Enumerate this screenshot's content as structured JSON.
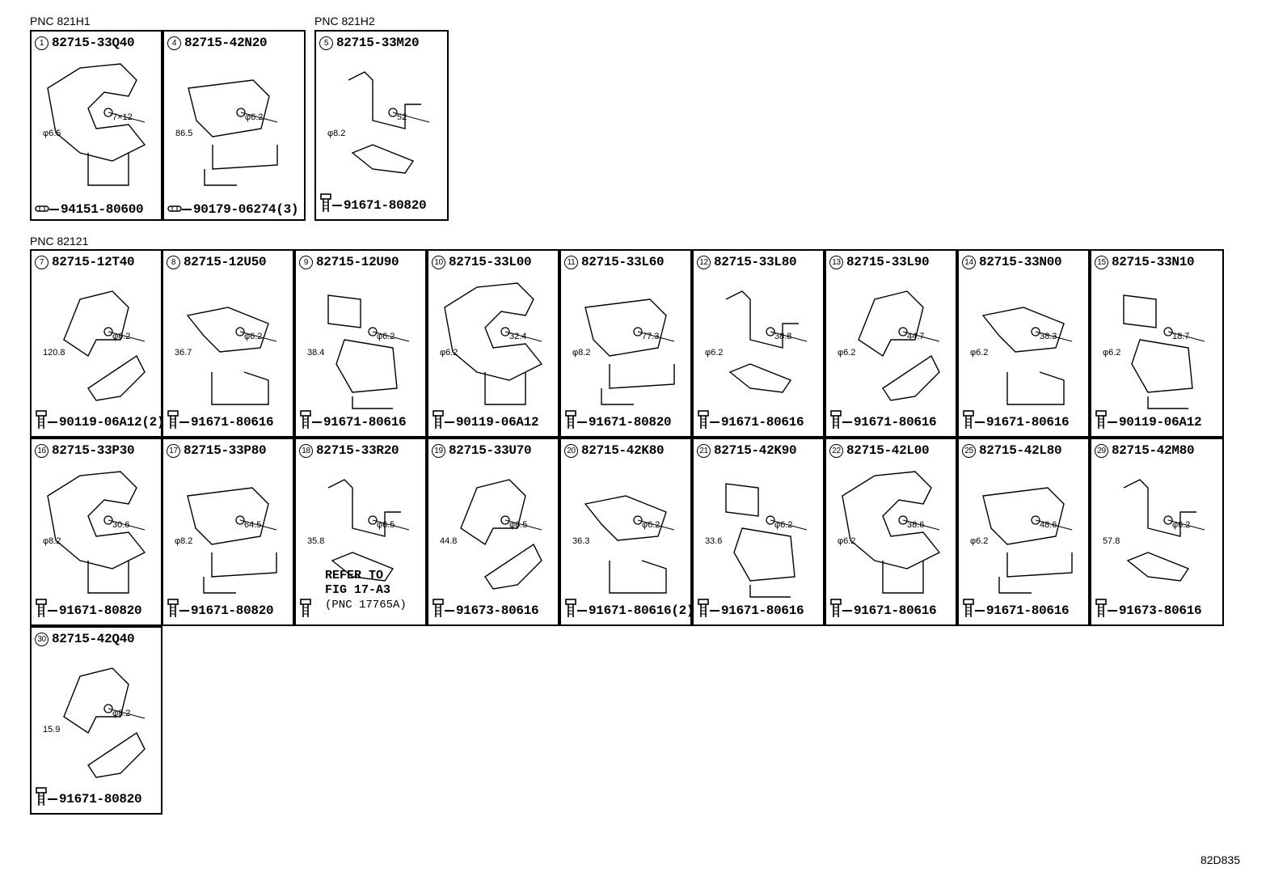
{
  "groups": {
    "g1": "PNC 821H1",
    "g2": "PNC 821H2",
    "g3": "PNC 82121"
  },
  "parts": [
    {
      "num": "1",
      "pn": "82715-33Q40",
      "fastener": "94151-80600",
      "ficon": "clip-icon",
      "dims": [
        "7×12",
        "φ6.5"
      ]
    },
    {
      "num": "4",
      "pn": "82715-42N20",
      "fastener": "90179-06274(3)",
      "ficon": "clip-icon",
      "dims": [
        "φ6.2",
        "86.5"
      ]
    },
    {
      "num": "5",
      "pn": "82715-33M20",
      "fastener": "91671-80820",
      "ficon": "bolt-icon",
      "dims": [
        "52",
        "φ8.2"
      ]
    },
    {
      "num": "7",
      "pn": "82715-12T40",
      "fastener": "90119-06A12(2)",
      "ficon": "bolt-icon",
      "dims": [
        "φ6.2",
        "120.8"
      ]
    },
    {
      "num": "8",
      "pn": "82715-12U50",
      "fastener": "91671-80616",
      "ficon": "bolt-icon",
      "dims": [
        "φ6.2",
        "36.7"
      ]
    },
    {
      "num": "9",
      "pn": "82715-12U90",
      "fastener": "91671-80616",
      "ficon": "bolt-icon",
      "dims": [
        "φ6.2",
        "38.4"
      ]
    },
    {
      "num": "10",
      "pn": "82715-33L00",
      "fastener": "90119-06A12",
      "ficon": "bolt-icon",
      "dims": [
        "32.4",
        "φ6.2"
      ]
    },
    {
      "num": "11",
      "pn": "82715-33L60",
      "fastener": "91671-80820",
      "ficon": "bolt-icon",
      "dims": [
        "77.3",
        "φ8.2"
      ]
    },
    {
      "num": "12",
      "pn": "82715-33L80",
      "fastener": "91671-80616",
      "ficon": "bolt-icon",
      "dims": [
        "38.8",
        "φ6.2"
      ]
    },
    {
      "num": "13",
      "pn": "82715-33L90",
      "fastener": "91671-80616",
      "ficon": "bolt-icon",
      "dims": [
        "44.7",
        "φ6.2"
      ]
    },
    {
      "num": "14",
      "pn": "82715-33N00",
      "fastener": "91671-80616",
      "ficon": "bolt-icon",
      "dims": [
        "38.3",
        "φ6.2"
      ]
    },
    {
      "num": "15",
      "pn": "82715-33N10",
      "fastener": "90119-06A12",
      "ficon": "bolt-icon",
      "dims": [
        "18.7",
        "φ6.2"
      ]
    },
    {
      "num": "16",
      "pn": "82715-33P30",
      "fastener": "91671-80820",
      "ficon": "bolt-icon",
      "dims": [
        "30.6",
        "φ8.2"
      ]
    },
    {
      "num": "17",
      "pn": "82715-33P80",
      "fastener": "91671-80820",
      "ficon": "bolt-icon",
      "dims": [
        "64.5",
        "φ8.2"
      ]
    },
    {
      "num": "18",
      "pn": "82715-33R20",
      "fastener": "",
      "ficon": "bolt-icon",
      "dims": [
        "φ6.5",
        "35.8"
      ]
    },
    {
      "num": "19",
      "pn": "82715-33U70",
      "fastener": "91673-80616",
      "ficon": "bolt-icon",
      "dims": [
        "φ6.5",
        "44.8"
      ]
    },
    {
      "num": "20",
      "pn": "82715-42K80",
      "fastener": "91671-80616(2)",
      "ficon": "bolt-icon",
      "dims": [
        "φ6.2",
        "36.3"
      ]
    },
    {
      "num": "21",
      "pn": "82715-42K90",
      "fastener": "91671-80616",
      "ficon": "bolt-icon",
      "dims": [
        "φ6.2",
        "33.6"
      ]
    },
    {
      "num": "22",
      "pn": "82715-42L00",
      "fastener": "91671-80616",
      "ficon": "bolt-icon",
      "dims": [
        "38.6",
        "φ6.2"
      ]
    },
    {
      "num": "25",
      "pn": "82715-42L80",
      "fastener": "91671-80616",
      "ficon": "bolt-icon",
      "dims": [
        "48.6",
        "φ6.2"
      ]
    },
    {
      "num": "29",
      "pn": "82715-42M80",
      "fastener": "91673-80616",
      "ficon": "bolt-icon",
      "dims": [
        "φ6.2",
        "57.8"
      ]
    },
    {
      "num": "30",
      "pn": "82715-42Q40",
      "fastener": "91671-80820",
      "ficon": "bolt-icon",
      "dims": [
        "φ8.2",
        "15.9"
      ]
    }
  ],
  "refer": {
    "line1": "REFER TO",
    "line2": "FIG 17-A3",
    "line3": "(PNC 17765A)"
  },
  "figure_code": "82D835"
}
